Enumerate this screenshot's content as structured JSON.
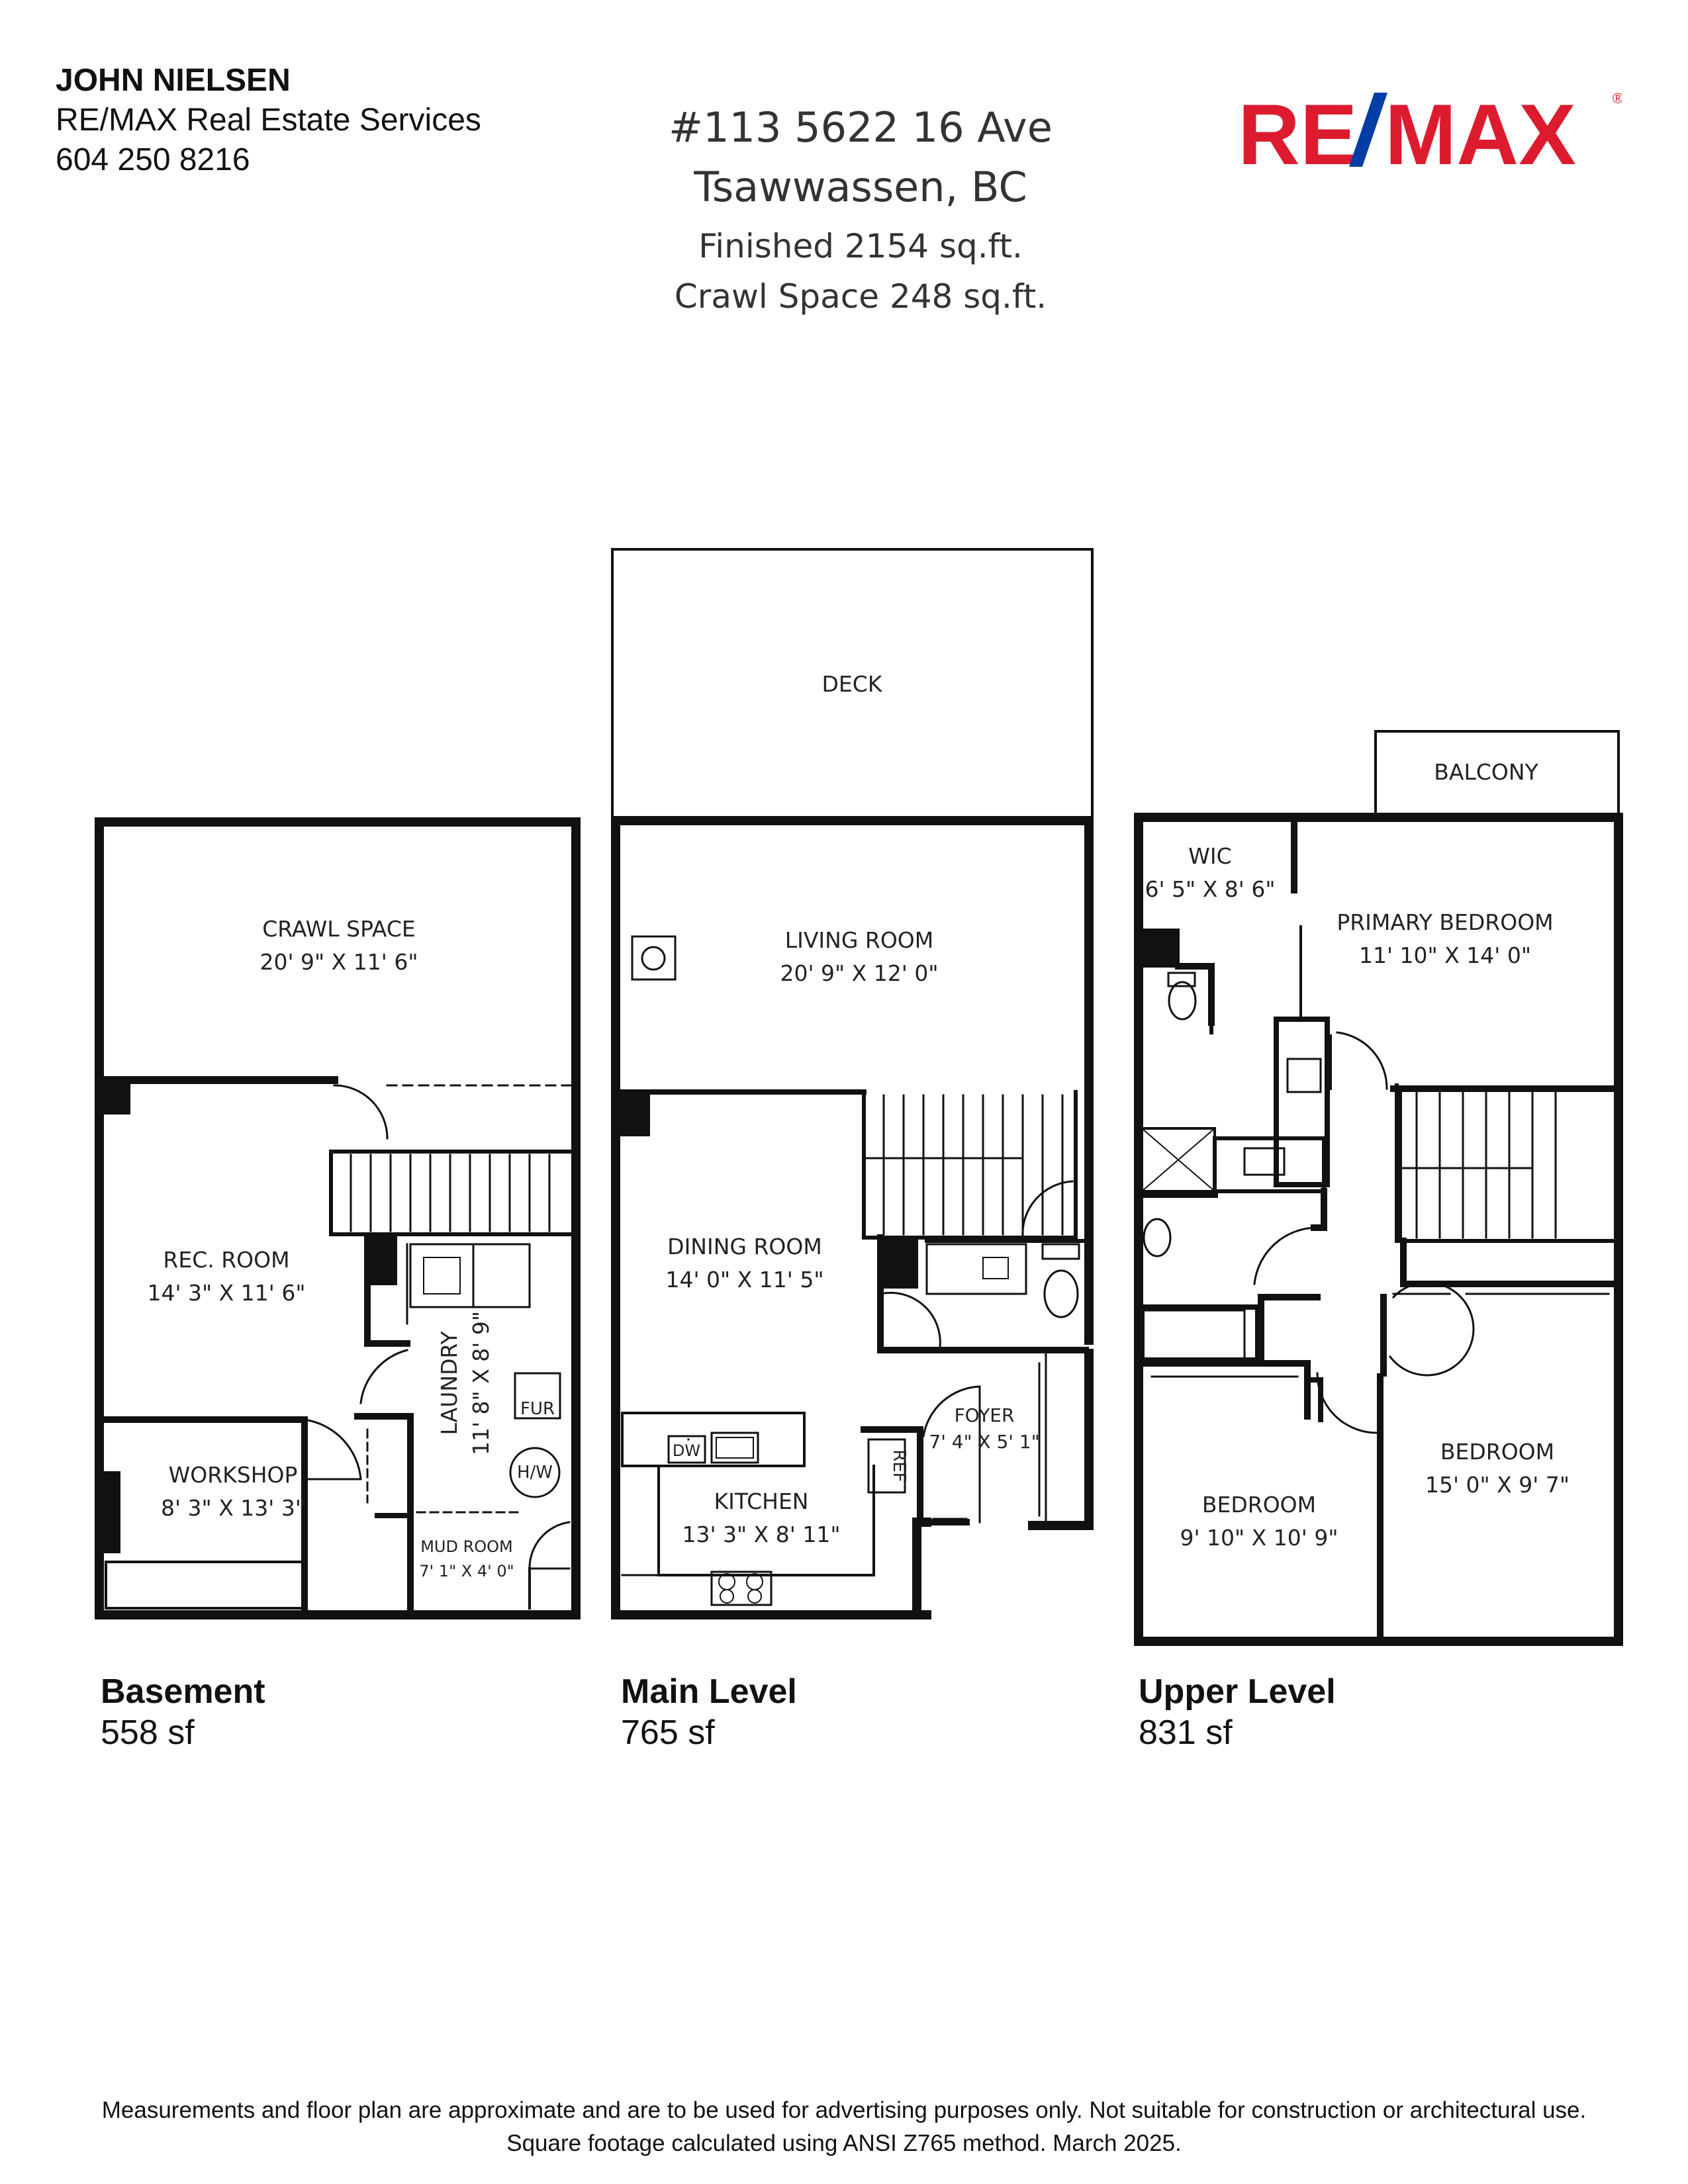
{
  "agent": {
    "name": "JOHN NIELSEN",
    "company": "RE/MAX Real Estate Services",
    "phone": "604 250 8216"
  },
  "property": {
    "address_line1": "#113 5622 16 Ave",
    "address_line2": "Tsawwassen, BC",
    "finished": "Finished  2154 sq.ft.",
    "crawl_space": "Crawl Space  248 sq.ft."
  },
  "logo": {
    "text_left": "RE",
    "text_right": "MAX",
    "registered": "®",
    "colors": {
      "red": "#dc1c2e",
      "blue": "#003da5"
    }
  },
  "levels": [
    {
      "title": "Basement",
      "area": "558 sf"
    },
    {
      "title": "Main Level",
      "area": "765 sf"
    },
    {
      "title": "Upper Level",
      "area": "831 sf"
    }
  ],
  "rooms": {
    "crawl_space": {
      "name": "CRAWL SPACE",
      "dims": "20' 9\" X 11' 6\""
    },
    "rec_room": {
      "name": "REC. ROOM",
      "dims": "14' 3\" X 11' 6\""
    },
    "laundry": {
      "name": "LAUNDRY",
      "dims": "11' 8\" X 8' 9\""
    },
    "workshop": {
      "name": "WORKSHOP",
      "dims": "8' 3\" X 13' 3\""
    },
    "mud_room": {
      "name": "MUD ROOM",
      "dims": "7' 1\" X 4' 0\""
    },
    "deck": {
      "name": "DECK"
    },
    "living_room": {
      "name": "LIVING ROOM",
      "dims": "20' 9\" X 12' 0\""
    },
    "dining_room": {
      "name": "DINING ROOM",
      "dims": "14' 0\" X 11' 5\""
    },
    "foyer": {
      "name": "FOYER",
      "dims": "7' 4\" X 5' 1\""
    },
    "kitchen": {
      "name": "KITCHEN",
      "dims": "13' 3\" X 8' 11\""
    },
    "balcony": {
      "name": "BALCONY"
    },
    "wic": {
      "name": "WIC",
      "dims": "6' 5\" X 8' 6\""
    },
    "primary_bedroom": {
      "name": "PRIMARY BEDROOM",
      "dims": "11' 10\" X 14' 0\""
    },
    "bedroom_2": {
      "name": "BEDROOM",
      "dims": "9' 10\" X 10' 9\""
    },
    "bedroom_3": {
      "name": "BEDROOM",
      "dims": "15' 0\" X 9' 7\""
    }
  },
  "fixtures": {
    "fur": "FUR",
    "hw": "H/W",
    "dw": "DW",
    "ref": "REF"
  },
  "footer": {
    "line1": "Measurements and floor plan are approximate and are to be used for advertising purposes only. Not suitable for construction or architectural use.",
    "line2": "Square footage calculated using ANSI Z765 method. March 2025."
  }
}
